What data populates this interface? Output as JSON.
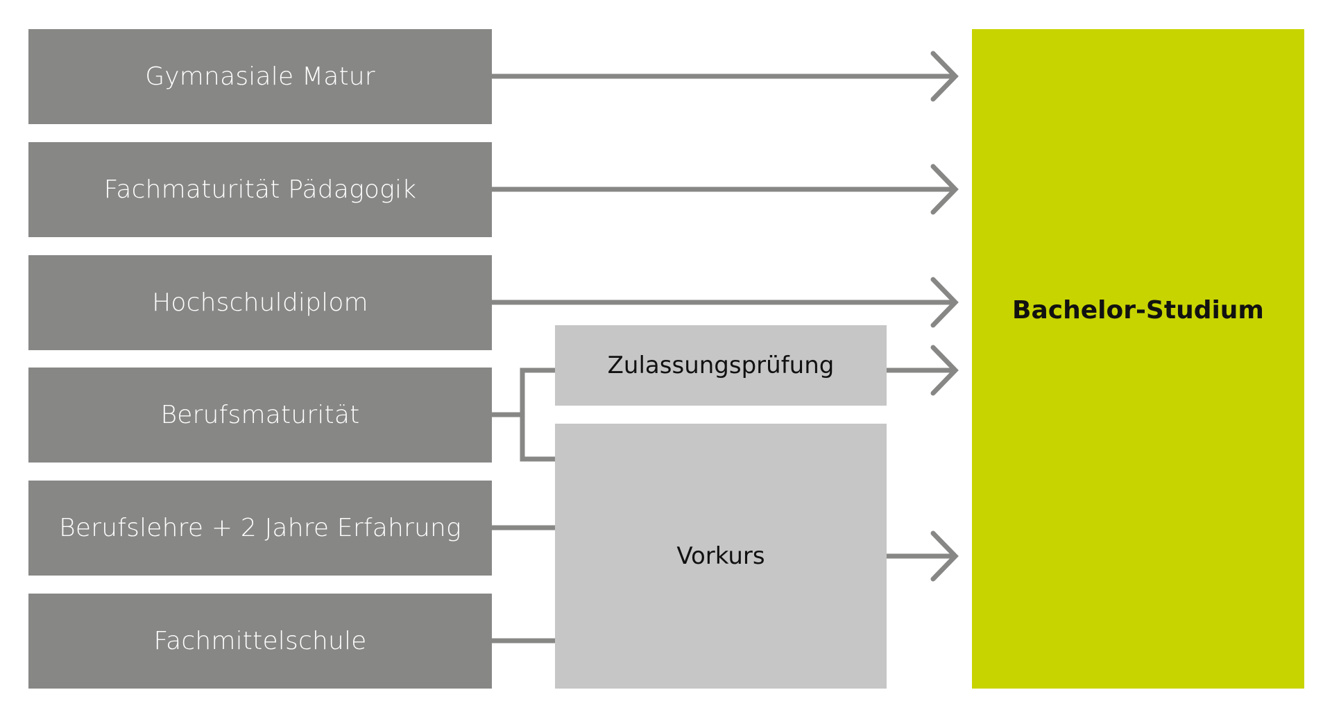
{
  "diagram": {
    "title": "Zulassung Bachelor-Studium",
    "colors": {
      "source_box": "#878786",
      "intermediate_box": "#c6c6c6",
      "target_box": "#c8d400",
      "connector": "#878786"
    },
    "sources": [
      {
        "id": "gymnasiale-matur",
        "label": "Gymnasiale Matur"
      },
      {
        "id": "fachmaturitaet-paedagogik",
        "label": "Fachmaturität Pädagogik"
      },
      {
        "id": "hochschuldiplom",
        "label": "Hochschuldiplom"
      },
      {
        "id": "berufsmaturitaet",
        "label": "Berufsmaturität"
      },
      {
        "id": "berufslehre",
        "label": "Berufslehre + 2 Jahre Erfahrung"
      },
      {
        "id": "fachmittelschule",
        "label": "Fachmittelschule"
      }
    ],
    "intermediates": [
      {
        "id": "zulassungspruefung",
        "label": "Zulassungsprüfung"
      },
      {
        "id": "vorkurs",
        "label": "Vorkurs"
      }
    ],
    "target": {
      "id": "bachelor-studium",
      "label": "Bachelor-Studium"
    },
    "edges": [
      {
        "from": "gymnasiale-matur",
        "to": "bachelor-studium"
      },
      {
        "from": "fachmaturitaet-paedagogik",
        "to": "bachelor-studium"
      },
      {
        "from": "hochschuldiplom",
        "to": "bachelor-studium"
      },
      {
        "from": "berufsmaturitaet",
        "to": "zulassungspruefung"
      },
      {
        "from": "berufsmaturitaet",
        "to": "vorkurs"
      },
      {
        "from": "berufslehre",
        "to": "vorkurs"
      },
      {
        "from": "fachmittelschule",
        "to": "vorkurs"
      },
      {
        "from": "zulassungspruefung",
        "to": "bachelor-studium"
      },
      {
        "from": "vorkurs",
        "to": "bachelor-studium"
      }
    ]
  }
}
